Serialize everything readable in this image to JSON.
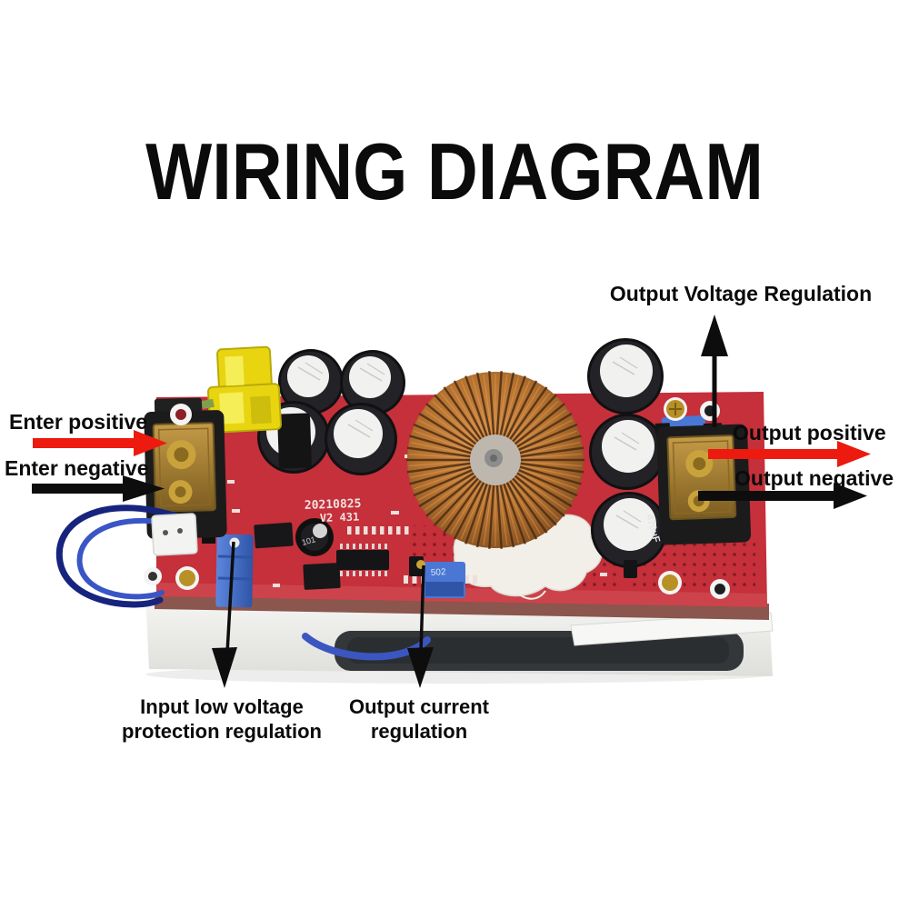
{
  "title": "WIRING DIAGRAM",
  "annotations": {
    "output_voltage_regulation": "Output Voltage Regulation",
    "enter_positive": "Enter positive",
    "enter_negative": "Enter negative",
    "output_positive": "Output positive",
    "output_negative": "Output negative",
    "input_low_voltage_protection": {
      "line1": "Input low voltage",
      "line2": "protection regulation"
    },
    "output_current_regulation": {
      "line1": "Output current",
      "line2": "regulation"
    }
  },
  "board": {
    "silkscreen": {
      "date": "20210825",
      "version": "V2 431"
    },
    "components": {
      "current_trimmer_code": "502",
      "capacitor_marking": "470uF",
      "small_cap_marking": "101"
    }
  },
  "colors": {
    "pcb_red": "#c5303a",
    "arrow_red": "#ec1a0f",
    "arrow_black": "#0d0d0d",
    "fuse_yellow": "#e8d50f",
    "terminal_amber": "#ab823a",
    "trimmer_blue": "#4a77d4",
    "copper": "#b5722f",
    "heatsink_white": "#f0f0ec"
  }
}
